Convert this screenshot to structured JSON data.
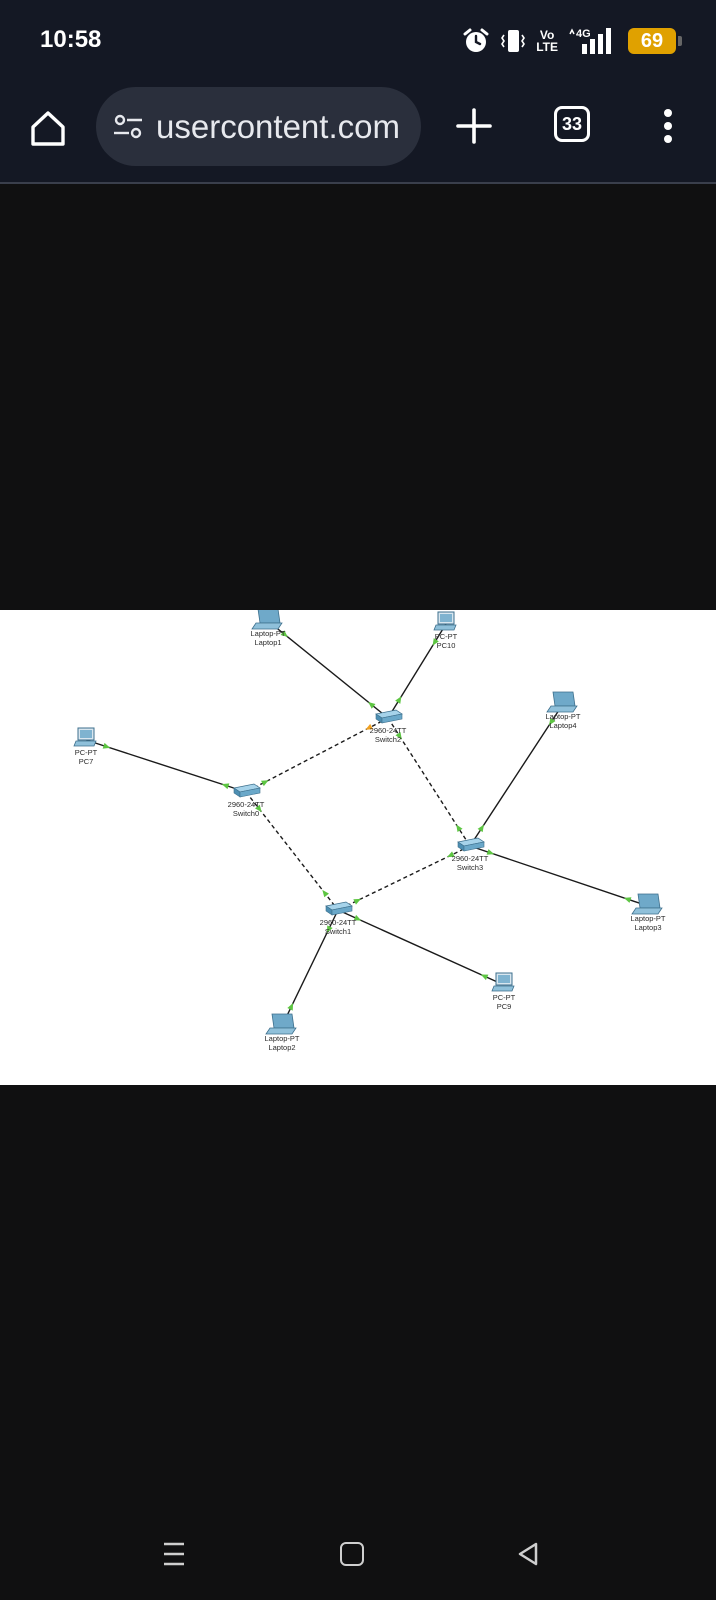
{
  "status_bar": {
    "time": "10:58",
    "icons": [
      "alarm-icon",
      "vibrate-icon",
      "volte-icon",
      "signal-4g-icon",
      "battery-icon"
    ],
    "volte_top": "Vo",
    "volte_bottom": "LTE",
    "network": "4G",
    "battery_level": "69",
    "battery_color": "#e0a100"
  },
  "toolbar": {
    "url": "usercontent.com",
    "tab_count": "33",
    "icons": [
      "home-icon",
      "site-settings-icon",
      "plus-icon",
      "tabs-icon",
      "more-vert-icon"
    ]
  },
  "diagram": {
    "nodes": [
      {
        "id": "laptop1",
        "type": "Laptop-PT",
        "name": "Laptop1"
      },
      {
        "id": "pc10",
        "type": "PC-PT",
        "name": "PC10"
      },
      {
        "id": "switch2",
        "type": "2960-24TT",
        "name": "Switch2"
      },
      {
        "id": "laptop4",
        "type": "Laptop-PT",
        "name": "Laptop4"
      },
      {
        "id": "pc7",
        "type": "PC-PT",
        "name": "PC7"
      },
      {
        "id": "switch0",
        "type": "2960-24TT",
        "name": "Switch0"
      },
      {
        "id": "switch3",
        "type": "2960-24TT",
        "name": "Switch3"
      },
      {
        "id": "switch1",
        "type": "2960-24TT",
        "name": "Switch1"
      },
      {
        "id": "laptop3",
        "type": "Laptop-PT",
        "name": "Laptop3"
      },
      {
        "id": "pc9",
        "type": "PC-PT",
        "name": "PC9"
      },
      {
        "id": "laptop2",
        "type": "Laptop-PT",
        "name": "Laptop2"
      }
    ],
    "links": [
      {
        "from": "laptop1",
        "to": "switch2",
        "style": "solid"
      },
      {
        "from": "pc10",
        "to": "switch2",
        "style": "solid"
      },
      {
        "from": "switch2",
        "to": "switch0",
        "style": "dashed"
      },
      {
        "from": "switch2",
        "to": "switch3",
        "style": "dashed"
      },
      {
        "from": "laptop4",
        "to": "switch3",
        "style": "solid"
      },
      {
        "from": "pc7",
        "to": "switch0",
        "style": "solid"
      },
      {
        "from": "switch0",
        "to": "switch1",
        "style": "dashed"
      },
      {
        "from": "switch3",
        "to": "switch1",
        "style": "dashed"
      },
      {
        "from": "switch3",
        "to": "laptop3",
        "style": "solid"
      },
      {
        "from": "switch1",
        "to": "pc9",
        "style": "solid"
      },
      {
        "from": "switch1",
        "to": "laptop2",
        "style": "solid"
      }
    ],
    "link_color": "#1a1a1a",
    "port_up_color": "#5dc542",
    "port_pending_color": "#f0a020"
  },
  "nav_bar": {
    "icons": [
      "recents-icon",
      "home-icon",
      "back-icon"
    ]
  }
}
